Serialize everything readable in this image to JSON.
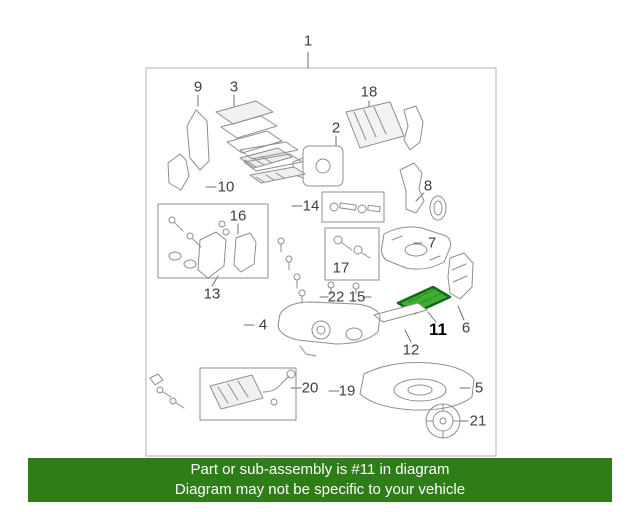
{
  "diagram": {
    "labels": [
      {
        "part": "1",
        "text": "1"
      },
      {
        "part": "9",
        "text": "9"
      },
      {
        "part": "3",
        "text": "3"
      },
      {
        "part": "18",
        "text": "18"
      },
      {
        "part": "2",
        "text": "2"
      },
      {
        "part": "10",
        "text": "10"
      },
      {
        "part": "14",
        "text": "14"
      },
      {
        "part": "8",
        "text": "8"
      },
      {
        "part": "16",
        "text": "16"
      },
      {
        "part": "7",
        "text": "7"
      },
      {
        "part": "17",
        "text": "17"
      },
      {
        "part": "13",
        "text": "13"
      },
      {
        "part": "22",
        "text": "22"
      },
      {
        "part": "15",
        "text": "15"
      },
      {
        "part": "11",
        "text": "11",
        "highlighted": true
      },
      {
        "part": "6",
        "text": "6"
      },
      {
        "part": "4",
        "text": "4"
      },
      {
        "part": "12",
        "text": "12"
      },
      {
        "part": "20",
        "text": "20"
      },
      {
        "part": "19",
        "text": "19"
      },
      {
        "part": "5",
        "text": "5"
      },
      {
        "part": "21",
        "text": "21"
      }
    ],
    "highlighted_part": {
      "label": "11",
      "fill": "#3cb02c",
      "border": "#14691c"
    },
    "line_color": "#8e8e8e",
    "frame_color": "#b3b3b3"
  },
  "banner": {
    "line1": "Part or sub-assembly is #11 in diagram",
    "line2": "Diagram may not be specific to your vehicle",
    "background": "#2e7d18",
    "text_color": "#ffffff"
  }
}
